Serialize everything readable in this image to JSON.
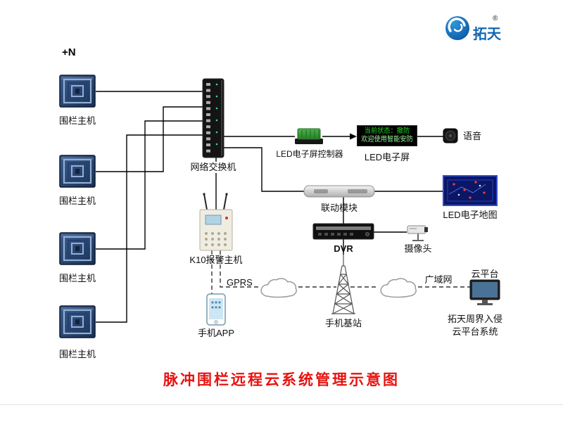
{
  "colors": {
    "brand_blue": "#1266b1",
    "title_red": "#e8120f",
    "led_green": "#1ed61e"
  },
  "logo": {
    "brand": "拓天",
    "registered": "®"
  },
  "header": {
    "count_note": "+N"
  },
  "title": "脉冲围栏远程云系统管理示意图",
  "nodes": {
    "fence_host": {
      "label": "围栏主机"
    },
    "switch": {
      "label": "网络交换机"
    },
    "led_controller": {
      "label": "LED电子屏控制器"
    },
    "led_screen": {
      "label": "LED电子屏",
      "line1": "当前状态：撤防",
      "line2": "欢迎使用智能安防"
    },
    "voice": {
      "label": "语音"
    },
    "linkage_module": {
      "label": "联动模块"
    },
    "led_map": {
      "label": "LED电子地图"
    },
    "dvr": {
      "label": "DVR"
    },
    "camera": {
      "label": "摄像头"
    },
    "k10_host": {
      "label": "K10报警主机"
    },
    "phone_app": {
      "label": "手机APP"
    },
    "base_station": {
      "label": "手机基站"
    },
    "cloud_platform": {
      "label": "云平台",
      "caption1": "拓天周界入侵",
      "caption2": "云平台系统"
    }
  },
  "links": {
    "gprs": "GPRS",
    "wan": "广域网"
  }
}
